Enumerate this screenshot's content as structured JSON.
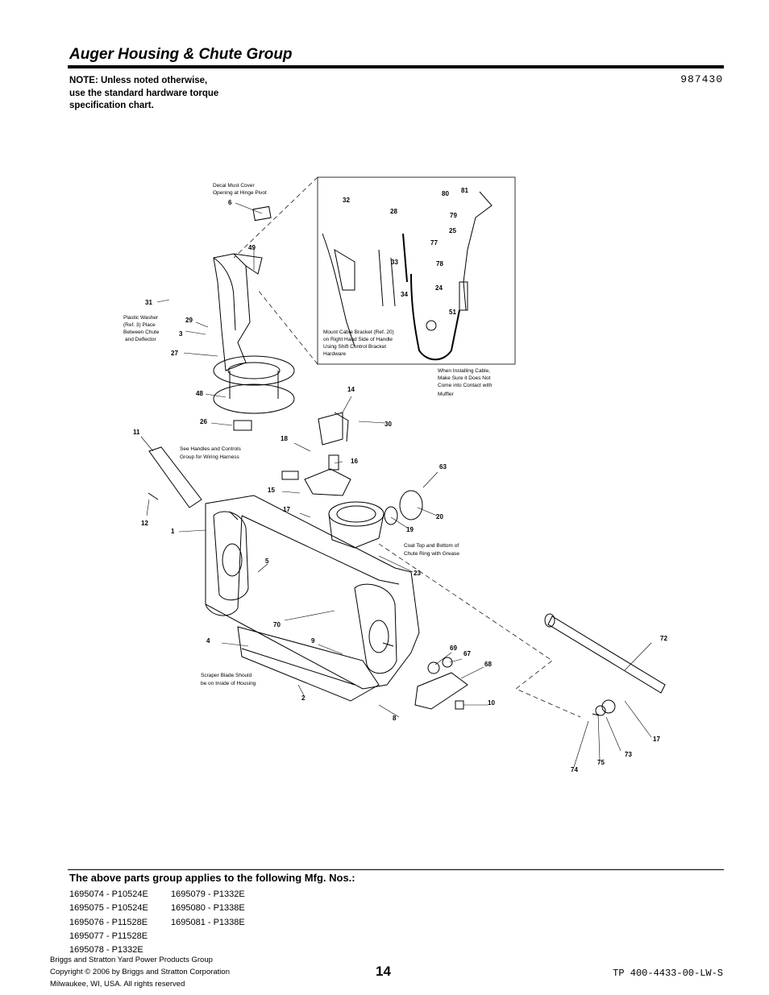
{
  "header": {
    "title": "Auger Housing & Chute Group",
    "note_lines": [
      "NOTE: Unless noted otherwise,",
      "use the standard hardware torque",
      "specification chart."
    ],
    "doc_number": "987430"
  },
  "diagram": {
    "callouts": [
      "6",
      "49",
      "31",
      "29",
      "3",
      "27",
      "48",
      "26",
      "11",
      "12",
      "1",
      "5",
      "4",
      "70",
      "9",
      "2",
      "8",
      "10",
      "14",
      "30",
      "18",
      "16",
      "15",
      "17",
      "63",
      "20",
      "19",
      "23",
      "69",
      "67",
      "68",
      "72",
      "17",
      "73",
      "75",
      "74",
      "32",
      "28",
      "80",
      "81",
      "79",
      "25",
      "77",
      "33",
      "78",
      "34",
      "24",
      "51"
    ],
    "captions": {
      "decal": [
        "Decal Must Cover",
        "Opening at Hinge Pivot"
      ],
      "plastic_washer": [
        "Plastic Washer",
        "(Ref. 3) Place",
        "Between Chute",
        "and Deflector"
      ],
      "handles": [
        "See Handles and Controls",
        "Group for Wiring Harness"
      ],
      "mount_cable": [
        "Mount Cable Bracket (Ref. 20)",
        "on Right Hand Side of Handle",
        "Using Shift Control Bracket",
        "Hardware"
      ],
      "install_cable": [
        "When Installing Cable,",
        "Make Sure it Does Not",
        "Come into Contact with",
        "Muffler"
      ],
      "coat": [
        "Coat Top and Bottom of",
        "Chute Ring with Grease"
      ],
      "scraper": [
        "Scraper Blade Should",
        "be on Inside of Housing"
      ]
    }
  },
  "applies": {
    "title": "The above parts group applies to the following Mfg. Nos.:",
    "col1": [
      "1695074 - P10524E",
      "1695075 - P10524E",
      "1695076 - P11528E",
      "1695077 - P11528E",
      "1695078 - P1332E"
    ],
    "col2": [
      "1695079 - P1332E",
      "1695080 - P1338E",
      "1695081 - P1338E"
    ]
  },
  "footer": {
    "company_lines": [
      "Briggs and Stratton Yard Power Products Group",
      "Copyright ©  2006 by Briggs and Stratton Corporation",
      "Milwaukee, WI, USA. All rights reserved"
    ],
    "page_number": "14",
    "doc_code": "TP 400-4433-00-LW-S"
  }
}
